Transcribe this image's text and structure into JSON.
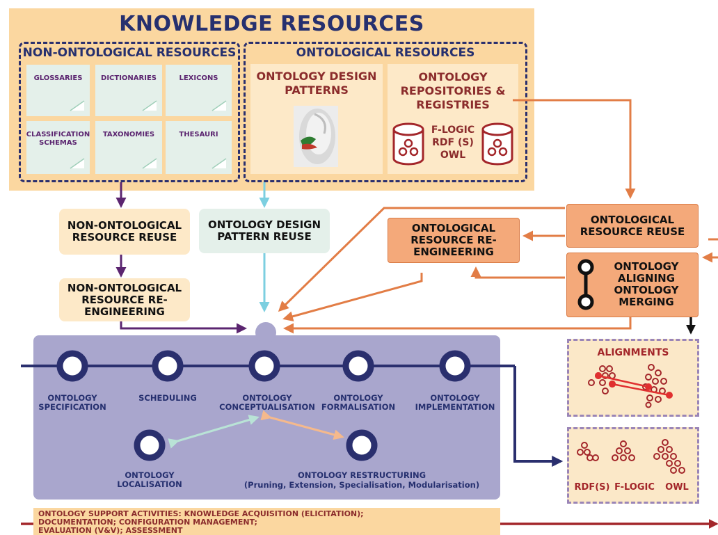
{
  "title": "KNOWLEDGE RESOURCES",
  "non_ontological": {
    "title": "NON-ONTOLOGICAL RESOURCES",
    "items": [
      "GLOSSARIES",
      "DICTIONARIES",
      "LEXICONS",
      "CLASSIFICATION SCHEMAS",
      "TAXONOMIES",
      "THESAURI"
    ]
  },
  "ontological": {
    "title": "ONTOLOGICAL RESOURCES",
    "design_patterns": "ONTOLOGY DESIGN PATTERNS",
    "repositories": "ONTOLOGY REPOSITORIES & REGISTRIES",
    "formats": [
      "F-LOGIC",
      "RDF (S)",
      "OWL"
    ]
  },
  "process_boxes": {
    "nor_reuse": "NON-ONTOLOGICAL RESOURCE REUSE",
    "odp_reuse": "ONTOLOGY DESIGN PATTERN REUSE",
    "nor_reengineering": "NON-ONTOLOGICAL RESOURCE RE-ENGINEERING",
    "or_reengineering": "ONTOLOGICAL RESOURCE RE-ENGINEERING",
    "or_reuse": "ONTOLOGICAL RESOURCE REUSE",
    "aligning": "ONTOLOGY ALIGNING ONTOLOGY MERGING"
  },
  "activities": {
    "specification": "ONTOLOGY SPECIFICATION",
    "scheduling": "SCHEDULING",
    "conceptualisation": "ONTOLOGY CONCEPTUALISATION",
    "formalisation": "ONTOLOGY FORMALISATION",
    "implementation": "ONTOLOGY IMPLEMENTATION",
    "localisation": "ONTOLOGY LOCALISATION",
    "restructuring": "ONTOLOGY RESTRUCTURING",
    "restructuring_detail": "(Pruning, Extension, Specialisation, Modularisation)"
  },
  "alignments": "ALIGNMENTS",
  "output_formats": [
    "RDF(S)",
    "F-LOGIC",
    "OWL"
  ],
  "support_activities": [
    "ONTOLOGY SUPPORT ACTIVITIES: KNOWLEDGE ACQUISITION (ELICITATION);",
    "DOCUMENTATION; CONFIGURATION MANAGEMENT;",
    "EVALUATION (V&V); ASSESSMENT"
  ],
  "colors": {
    "navy": "#2a2f6e",
    "orange": "#e27d46",
    "purple": "#5b2570",
    "cyan": "#7ccfe0",
    "dark_red": "#8b2c2c",
    "panel": "#fbd7a0",
    "lilac": "#a9a6cd"
  }
}
